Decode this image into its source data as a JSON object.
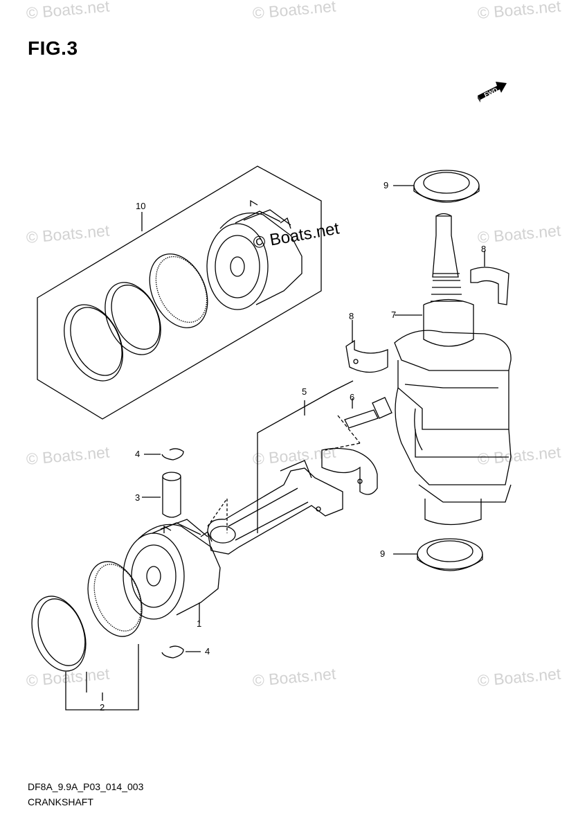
{
  "figure": {
    "title": "FIG.3",
    "code": "DF8A_9.9A_P03_014_003",
    "caption": "CRANKSHAFT",
    "fwd_label": "FWD"
  },
  "watermark": {
    "text": "© Boats.net"
  },
  "callouts": [
    {
      "id": "1",
      "label": "1"
    },
    {
      "id": "2",
      "label": "2"
    },
    {
      "id": "3",
      "label": "3"
    },
    {
      "id": "4a",
      "label": "4"
    },
    {
      "id": "4b",
      "label": "4"
    },
    {
      "id": "5",
      "label": "5"
    },
    {
      "id": "6",
      "label": "6"
    },
    {
      "id": "7",
      "label": "7"
    },
    {
      "id": "8a",
      "label": "8"
    },
    {
      "id": "8b",
      "label": "8"
    },
    {
      "id": "9a",
      "label": "9"
    },
    {
      "id": "9b",
      "label": "9"
    },
    {
      "id": "10",
      "label": "10"
    }
  ]
}
